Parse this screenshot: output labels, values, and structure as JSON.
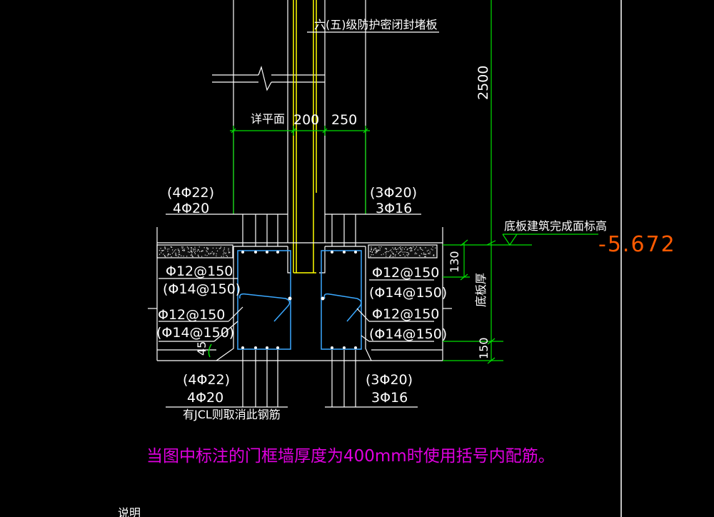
{
  "colors": {
    "background": "#000000",
    "line": "#ffffff",
    "dimension": "#00e000",
    "rebar": "#3aa8ff",
    "core": "#ffff00",
    "elevation": "#ff5a00",
    "note": "#e000e0"
  },
  "labels": {
    "title_top": "六(五)级防护密闭封堵板",
    "dim_2500": "2500",
    "detail_plan": "详平面",
    "dim_200": "200",
    "dim_250": "250",
    "slab_elevation_label": "底板建筑完成面标高",
    "elevation_value": "-5.672",
    "dim_130": "130",
    "slab_thickness": "底板厚",
    "dim_150": "150",
    "angle_45": "45",
    "jcl_note": "有JCL则取消此钢筋"
  },
  "rebar": {
    "left_top_alt": "(4Φ22)",
    "left_top": "4Φ20",
    "right_top_alt": "(3Φ20)",
    "right_top": "3Φ16",
    "left_stirrup1": "Φ12@150",
    "left_stirrup1_alt": "(Φ14@150)",
    "left_stirrup2": "Φ12@150",
    "left_stirrup2_alt": "(Φ14@150)",
    "right_stirrup1": "Φ12@150",
    "right_stirrup1_alt": "(Φ14@150)",
    "right_stirrup2": "Φ12@150",
    "right_stirrup2_alt": "(Φ14@150)",
    "left_bottom_alt": "(4Φ22)",
    "left_bottom": "4Φ20",
    "right_bottom_alt": "(3Φ20)",
    "right_bottom": "3Φ16"
  },
  "note": "当图中标注的门框墙厚度为400mm时使用括号内配筋。",
  "bottom_fragment": "说明"
}
